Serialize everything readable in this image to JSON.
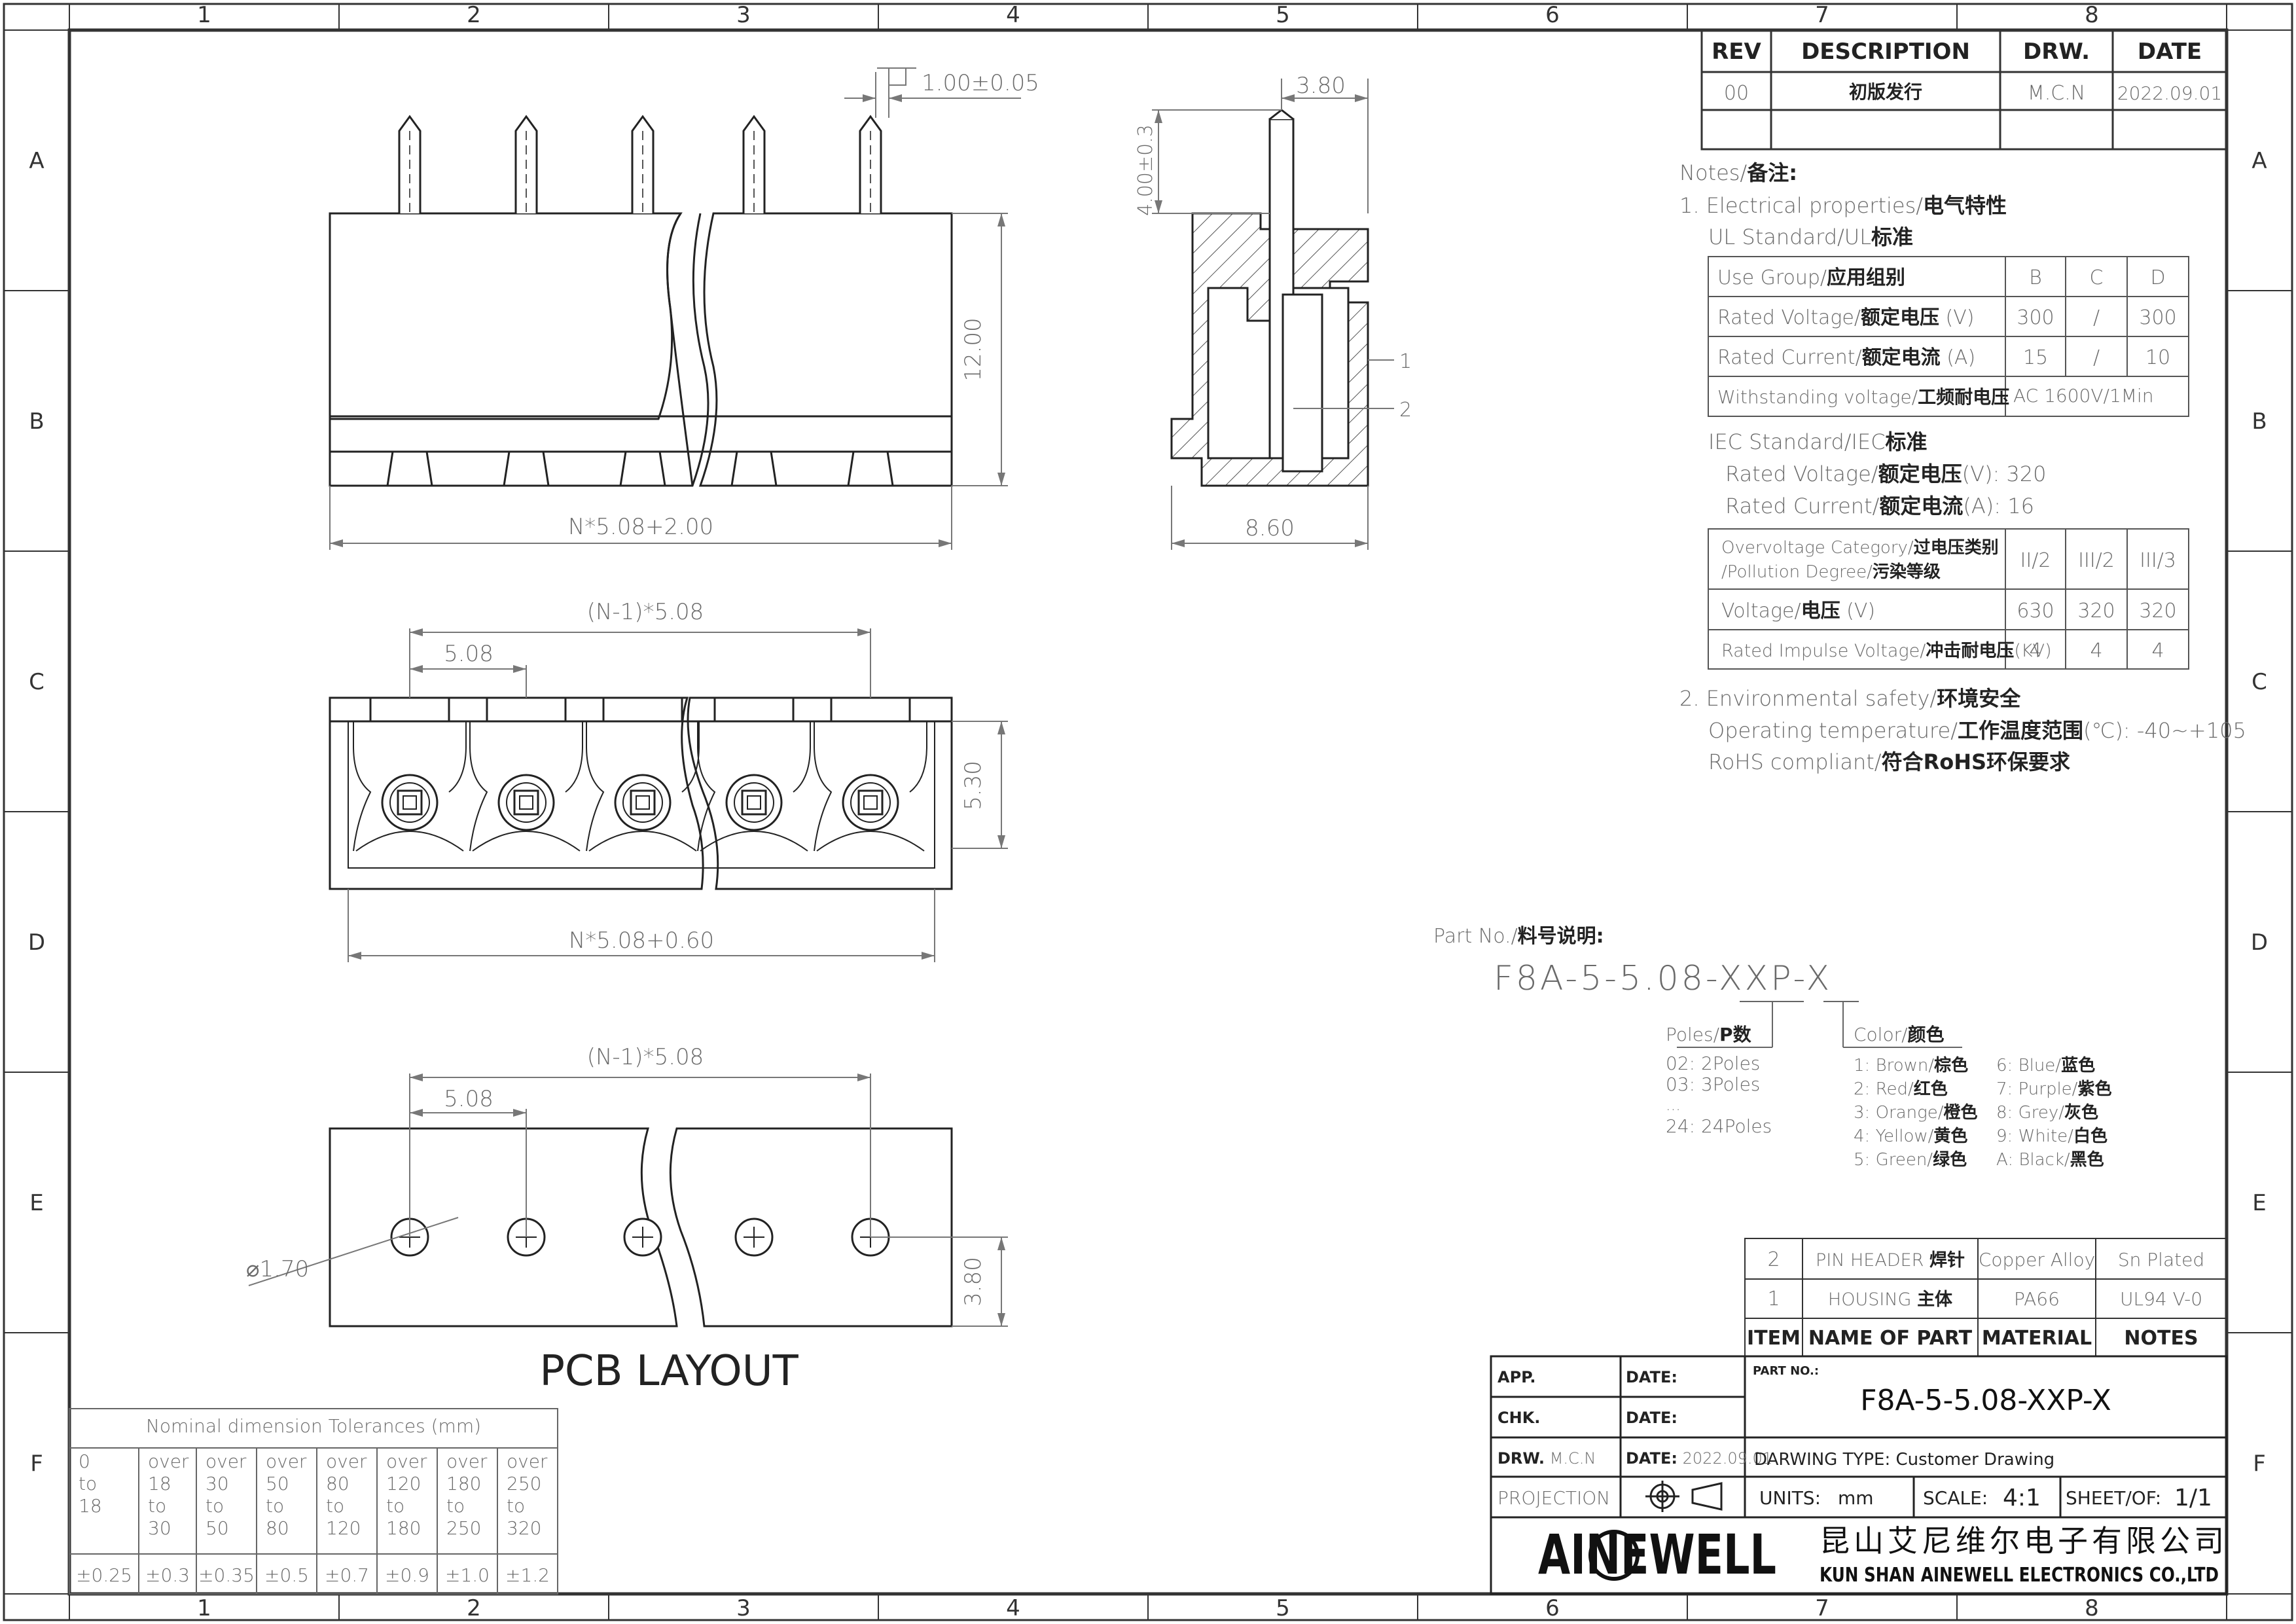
{
  "frame": {
    "columns": [
      "1",
      "2",
      "3",
      "4",
      "5",
      "6",
      "7",
      "8"
    ],
    "rows": [
      "A",
      "B",
      "C",
      "D",
      "E",
      "F"
    ]
  },
  "revision_table": {
    "headers": [
      "REV",
      "DESCRIPTION",
      "DRW.",
      "DATE"
    ],
    "rows": [
      [
        "00",
        "初版发行",
        "M.C.N",
        "2022.09.01"
      ]
    ]
  },
  "notes": {
    "title": "Notes/",
    "title_cn": "备注:",
    "electrical": "1. Electrical properties/",
    "electrical_cn": "电气特性",
    "ul_standard": "UL Standard/UL",
    "ul_standard_cn": "标准",
    "ul_table": [
      {
        "label": "Use Group/",
        "label_cn": "应用组别",
        "values": [
          "B",
          "C",
          "D"
        ]
      },
      {
        "label": "Rated Voltage/",
        "label_cn": "额定电压",
        "unit": " (V)",
        "values": [
          "300",
          "/",
          "300"
        ]
      },
      {
        "label": "Rated Current/",
        "label_cn": "额定电流",
        "unit": " (A)",
        "values": [
          "15",
          "/",
          "10"
        ]
      },
      {
        "label": "Withstanding voltage/",
        "label_cn": "工频耐电压",
        "values": [
          "AC 1600V/1Min"
        ]
      }
    ],
    "iec_standard": "IEC Standard/IEC",
    "iec_standard_cn": "标准",
    "iec_voltage": "Rated Voltage/",
    "iec_voltage_cn": "额定电压",
    "iec_voltage_val": "(V):  320",
    "iec_current": "Rated Current/",
    "iec_current_cn": "额定电流",
    "iec_current_val": "(A):   16",
    "iec_table": [
      {
        "label1": "Overvoltage Category/",
        "label1_cn": "过电压类别",
        "label2": "/Pollution Degree/",
        "label2_cn": "污染等级",
        "values": [
          "II/2",
          "III/2",
          "III/3"
        ]
      },
      {
        "label": "Voltage/",
        "label_cn": "电压",
        "unit": " (V)",
        "values": [
          "630",
          "320",
          "320"
        ]
      },
      {
        "label": "Rated Impulse Voltage/",
        "label_cn": "冲击耐电压",
        "unit": "(KV)",
        "values": [
          "4",
          "4",
          "4"
        ]
      }
    ],
    "environmental": "2. Environmental safety/",
    "environmental_cn": "环境安全",
    "operating": "Operating temperature/",
    "operating_cn": "工作温度范围",
    "operating_val": "(℃):  -40~+105",
    "rohs": "RoHS compliant/",
    "rohs_cn": "符合RoHS环保要求"
  },
  "part_number": {
    "label": "Part No./",
    "label_cn": "料号说明:",
    "code": "F8A-5-5.08-XXP-X",
    "poles_label": "Poles/",
    "poles_label_cn": "P数",
    "poles": [
      "02: 2Poles",
      "03: 3Poles",
      "...",
      "24: 24Poles"
    ],
    "color_label": "Color/",
    "color_label_cn": "颜色",
    "colors": [
      {
        "en": "1: Brown/",
        "cn": "棕色"
      },
      {
        "en": "2: Red/",
        "cn": "红色"
      },
      {
        "en": "3: Orange/",
        "cn": "橙色"
      },
      {
        "en": "4: Yellow/",
        "cn": "黄色"
      },
      {
        "en": "5: Green/",
        "cn": "绿色"
      },
      {
        "en": "6: Blue/",
        "cn": "蓝色"
      },
      {
        "en": "7: Purple/",
        "cn": "紫色"
      },
      {
        "en": "8: Grey/",
        "cn": "灰色"
      },
      {
        "en": "9: White/",
        "cn": "白色"
      },
      {
        "en": "A: Black/",
        "cn": "黑色"
      }
    ]
  },
  "dimensions": {
    "square_pin": "1.00±0.05",
    "side_top": "3.80",
    "pin_length": "4.00±0.3",
    "height": "12.00",
    "side_width": "8.60",
    "front_width": "N*5.08+2.00",
    "top_pitch_total": "(N-1)*5.08",
    "top_pitch": "5.08",
    "top_depth": "5.30",
    "top_width": "N*5.08+0.60",
    "pcb_pitch_total": "(N-1)*5.08",
    "pcb_pitch": "5.08",
    "hole_dia": "⌀1.70",
    "pcb_depth": "3.80",
    "callout_1": "1",
    "callout_2": "2"
  },
  "pcb_layout_title": "PCB LAYOUT",
  "tolerances": {
    "title": "Nominal  dimension  Tolerances  (mm)",
    "ranges": [
      [
        "0",
        "to",
        "18"
      ],
      [
        "over",
        "18",
        "to",
        "30"
      ],
      [
        "over",
        "30",
        "to",
        "50"
      ],
      [
        "over",
        "50",
        "to",
        "80"
      ],
      [
        "over",
        "80",
        "to",
        "120"
      ],
      [
        "over",
        "120",
        "to",
        "180"
      ],
      [
        "over",
        "180",
        "to",
        "250"
      ],
      [
        "over",
        "250",
        "to",
        "320"
      ]
    ],
    "values": [
      "±0.25",
      "±0.3",
      "±0.35",
      "±0.5",
      "±0.7",
      "±0.9",
      "±1.0",
      "±1.2"
    ]
  },
  "bom": {
    "rows": [
      [
        "2",
        "PIN HEADER",
        "焊针",
        "Copper Alloy",
        "Sn Plated"
      ],
      [
        "1",
        "HOUSING",
        "主体",
        "PA66",
        "UL94 V-0"
      ]
    ],
    "headers": [
      "ITEM",
      "NAME OF PART",
      "MATERIAL",
      "NOTES"
    ]
  },
  "title_block": {
    "app": "APP.",
    "chk": "CHK.",
    "drw": "DRW.",
    "drw_val": "M.C.N",
    "date": "DATE:",
    "date_val": "2022.09.01",
    "projection": "PROJECTION",
    "part_no_label": "PART NO.:",
    "part_no": "F8A-5-5.08-XXP-X",
    "drawing_type_label": "DARWING TYPE:",
    "drawing_type": "Customer Drawing",
    "units_label": "UNITS:",
    "units": "mm",
    "scale_label": "SCALE:",
    "scale": "4:1",
    "sheet_label": "SHEET/OF:",
    "sheet": "1/1",
    "logo": "AINEWELL",
    "company_cn": "昆山艾尼维尔电子有限公司",
    "company_en": "KUN SHAN AINEWELL ELECTRONICS CO.,LTD"
  }
}
